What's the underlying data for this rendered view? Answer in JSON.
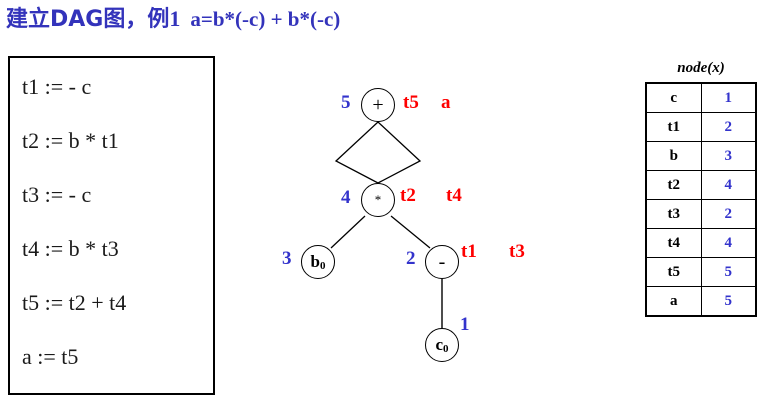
{
  "title": {
    "chinese": "建立DAG图，",
    "example": "例1",
    "expression": "a=b*(-c) + b*(-c)",
    "color": "#3333bb"
  },
  "code_box": {
    "lines": [
      "t1 := - c",
      "t2 := b * t1",
      "t3 := - c",
      "t4 := b * t3",
      "t5 := t2 + t4",
      "a := t5"
    ]
  },
  "dag": {
    "number_color": "#3333cc",
    "label_color": "#fe0000",
    "nodes": [
      {
        "id": "plus",
        "symbol": "+",
        "number": "5",
        "labels": [
          "t5",
          "a"
        ]
      },
      {
        "id": "times",
        "symbol": "*",
        "number": "4",
        "labels": [
          "t2",
          "t4"
        ]
      },
      {
        "id": "b0",
        "symbol": "b",
        "subscript": "0",
        "number": "3",
        "labels": []
      },
      {
        "id": "minus",
        "symbol": "-",
        "number": "2",
        "labels": [
          "t1",
          "t3"
        ]
      },
      {
        "id": "c0",
        "symbol": "c",
        "subscript": "0",
        "number": "1",
        "labels": []
      }
    ]
  },
  "node_table": {
    "caption": "node(x)",
    "rows": [
      {
        "name": "c",
        "value": "1"
      },
      {
        "name": "t1",
        "value": "2"
      },
      {
        "name": "b",
        "value": "3"
      },
      {
        "name": "t2",
        "value": "4"
      },
      {
        "name": "t3",
        "value": "2"
      },
      {
        "name": "t4",
        "value": "4"
      },
      {
        "name": "t5",
        "value": "5"
      },
      {
        "name": "a",
        "value": "5"
      }
    ]
  }
}
